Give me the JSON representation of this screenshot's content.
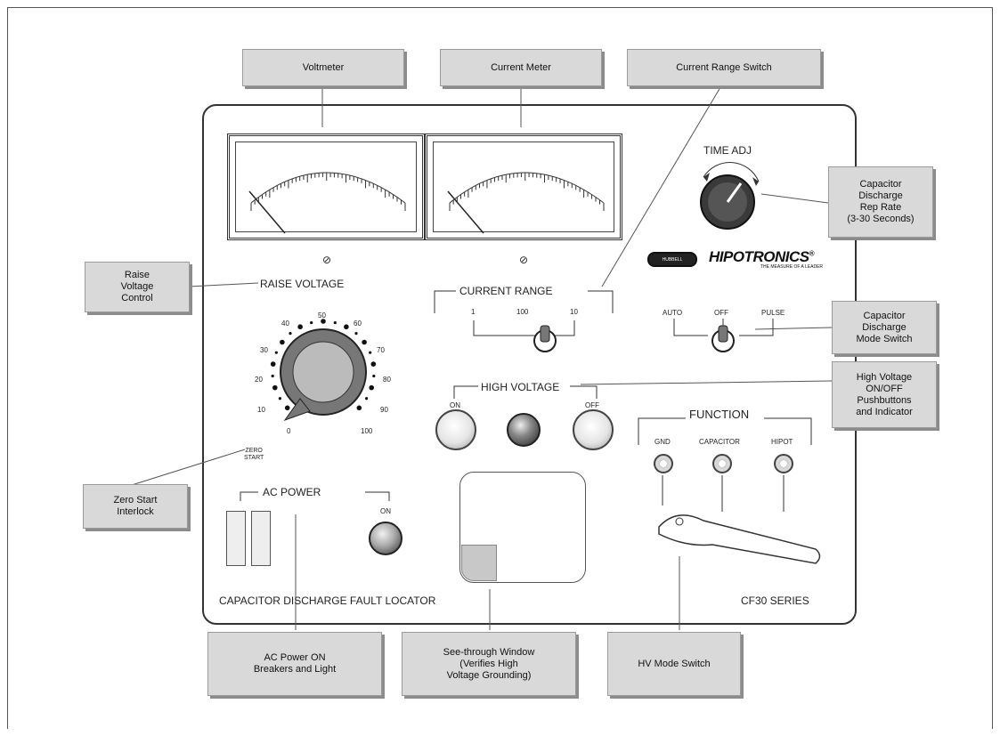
{
  "callouts": {
    "voltmeter": "Voltmeter",
    "current_meter": "Current Meter",
    "current_range_switch": "Current Range Switch",
    "rep_rate": "Capacitor\nDischarge\nRep Rate\n(3-30 Seconds)",
    "raise_voltage_control": "Raise\nVoltage\nControl",
    "mode_switch": "Capacitor\nDischarge\nMode Switch",
    "hv_pushbuttons": "High Voltage\nON/OFF\nPushbuttons\nand Indicator",
    "zero_start": "Zero Start\nInterlock",
    "ac_power": "AC Power ON\nBreakers and Light",
    "window": "See-through Window\n(Verifies High\nVoltage Grounding)",
    "hv_mode_switch": "HV Mode Switch"
  },
  "panel": {
    "time_adj": "TIME ADJ",
    "raise_voltage": "RAISE VOLTAGE",
    "current_range": "CURRENT RANGE",
    "range_1": "1",
    "range_100": "100",
    "range_10": "10",
    "auto": "AUTO",
    "off": "OFF",
    "pulse": "PULSE",
    "high_voltage": "HIGH VOLTAGE",
    "hv_on": "ON",
    "hv_off": "OFF",
    "function": "FUNCTION",
    "gnd": "GND",
    "capacitor": "CAPACITOR",
    "hipot": "HIPOT",
    "ac_power": "AC POWER",
    "ac_on": "ON",
    "zero_start": "ZERO\nSTART",
    "footer_left": "CAPACITOR DISCHARGE FAULT LOCATOR",
    "footer_right": "CF30 SERIES",
    "brand": "HIPOTRONICS",
    "brand_reg": "®",
    "brand_tagline": "THE MEASURE OF A LEADER",
    "logo_small": "HUBBELL",
    "adjust_screw": "⊘",
    "dial_scale": [
      "0",
      "10",
      "20",
      "30",
      "40",
      "50",
      "60",
      "70",
      "80",
      "90",
      "100"
    ]
  }
}
